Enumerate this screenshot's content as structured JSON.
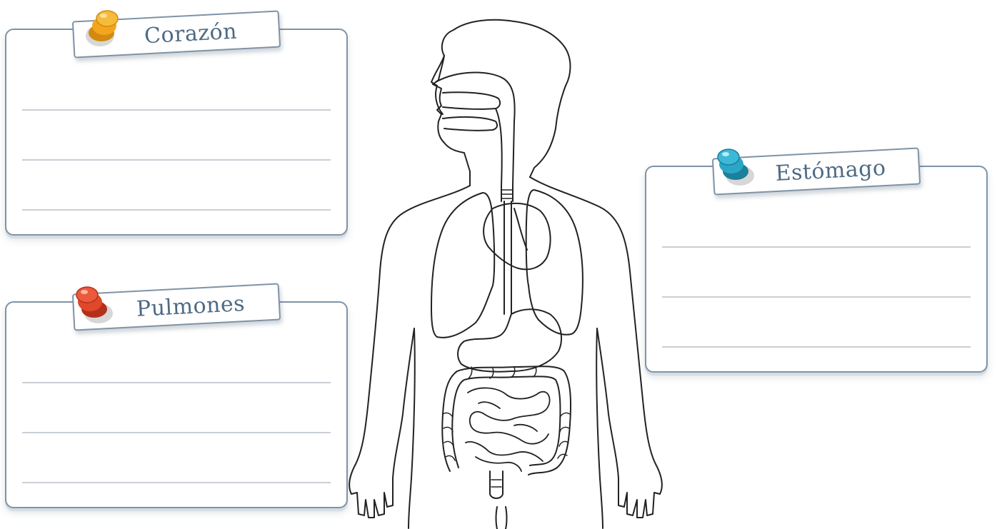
{
  "cards": {
    "heart": {
      "label": "Corazón",
      "pin_color": "#f2a51d"
    },
    "lungs": {
      "label": "Pulmones",
      "pin_color": "#e0482b"
    },
    "stomach": {
      "label": "Estómago",
      "pin_color": "#2aa6c6"
    }
  },
  "colors": {
    "card_border": "#7f93a6",
    "tag_text": "#4e6a84",
    "writing_line": "#c9cfd5",
    "figure_outline": "#222222"
  },
  "icons": [
    "pushpin-icon",
    "human-body-outline"
  ]
}
